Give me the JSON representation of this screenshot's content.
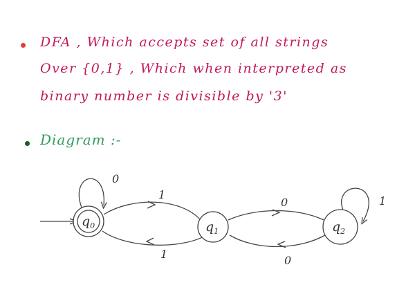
{
  "problem": {
    "line1": "DFA , Which accepts set of all strings",
    "line2": "Over {0,1} , Which when interpreted as",
    "line3": "binary number is divisible by '3'"
  },
  "diagram": {
    "heading": "Diagram :-",
    "states": [
      {
        "id": "q0",
        "base": "q",
        "sub": "0",
        "initial": true,
        "accepting": true
      },
      {
        "id": "q1",
        "base": "q",
        "sub": "1",
        "initial": false,
        "accepting": false
      },
      {
        "id": "q2",
        "base": "q",
        "sub": "2",
        "initial": false,
        "accepting": false
      }
    ],
    "transitions": [
      {
        "from": "q0",
        "to": "q0",
        "symbol": "0"
      },
      {
        "from": "q0",
        "to": "q1",
        "symbol": "1"
      },
      {
        "from": "q1",
        "to": "q0",
        "symbol": "1"
      },
      {
        "from": "q1",
        "to": "q2",
        "symbol": "0"
      },
      {
        "from": "q2",
        "to": "q1",
        "symbol": "0"
      },
      {
        "from": "q2",
        "to": "q2",
        "symbol": "1"
      }
    ]
  },
  "colors": {
    "text_pink": "#c2185b",
    "bullet_red": "#e53935",
    "heading_green": "#2e9b5a",
    "ink": "#444444"
  }
}
